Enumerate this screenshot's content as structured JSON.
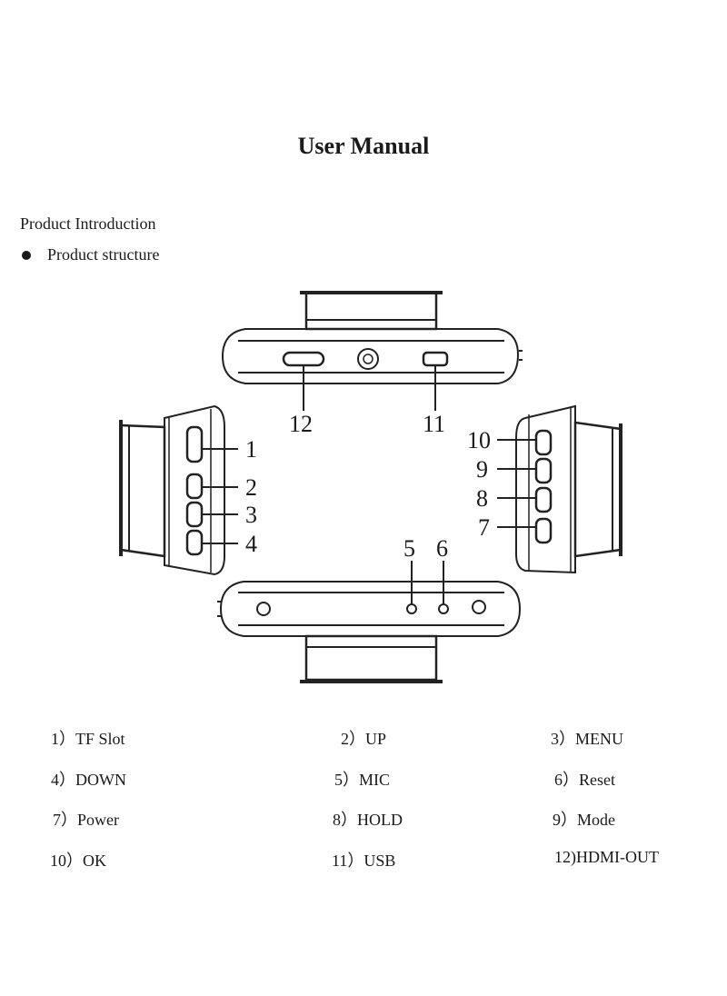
{
  "header": {
    "title": "User Manual"
  },
  "intro": {
    "section": "Product Introduction",
    "bullet": "Product structure"
  },
  "callouts": [
    "1",
    "2",
    "3",
    "4",
    "5",
    "6",
    "7",
    "8",
    "9",
    "10",
    "11",
    "12"
  ],
  "legend": [
    "1）TF Slot",
    "2）UP",
    "3）MENU",
    "4）DOWN",
    "5）MIC",
    "6）Reset",
    "7）Power",
    "8）HOLD",
    "9）Mode",
    "10）OK",
    "11）USB",
    "12)HDMI-OUT"
  ]
}
